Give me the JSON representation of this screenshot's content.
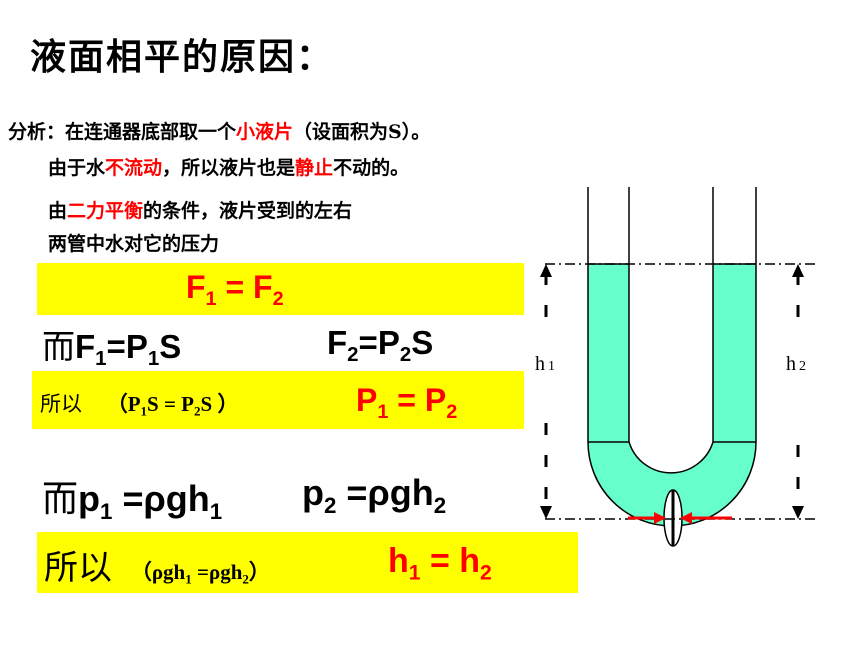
{
  "title": "液面相平的原因：",
  "analysis": {
    "prefix": "分析：在连通器底部取一个",
    "highlight": "小液片",
    "suffix": "（设面积为S）。"
  },
  "line2": {
    "prefix": "由于水",
    "highlight1": "不流动",
    "middle": "，所以液片也是",
    "highlight2": "静止",
    "suffix": "不动的。"
  },
  "line3": {
    "prefix": "由",
    "highlight": "二力平衡",
    "suffix": "的条件，液片受到的左右"
  },
  "line4": "两管中水对它的压力",
  "eq1": {
    "left": "F",
    "ls": "1",
    "mid": " = ",
    "right": "F",
    "rs": "2"
  },
  "eq2": {
    "er": "而",
    "a": "F",
    "as": "1",
    "b": "=P",
    "bs": "1",
    "c": "S",
    "d": "F",
    "ds": "2",
    "e": "=P",
    "es": "2",
    "f": "S"
  },
  "eq3": {
    "suoyi": "所以",
    "paren_open": "（",
    "p1": "P",
    "p1s": "1",
    "p1t": "S = P",
    "p2s": "2",
    "p2t": "S",
    "paren_close": "）",
    "r1": "P",
    "r1s": "1",
    "rmid": " = ",
    "r2": "P",
    "r2s": "2"
  },
  "eq4": {
    "er": "而",
    "a": "p",
    "as": "1",
    "b": " =ρgh",
    "bs": "1",
    "c": "p",
    "cs": "2",
    "d": " =ρgh",
    "ds": "2"
  },
  "eq5": {
    "suoyi": "所以",
    "paren_open": "（",
    "x1": "ρgh",
    "x1s": "1",
    "x2": " =ρgh",
    "x2s": "2",
    "paren_close": "）",
    "h1": "h",
    "h1s": "1",
    "hmid": " = ",
    "h2": "h",
    "h2s": "2"
  },
  "diagram": {
    "h1_label": "h",
    "h1_sub": "1",
    "h2_label": "h",
    "h2_sub": "2",
    "water_color": "#66ffcc",
    "arrow_color": "#ff0000"
  }
}
